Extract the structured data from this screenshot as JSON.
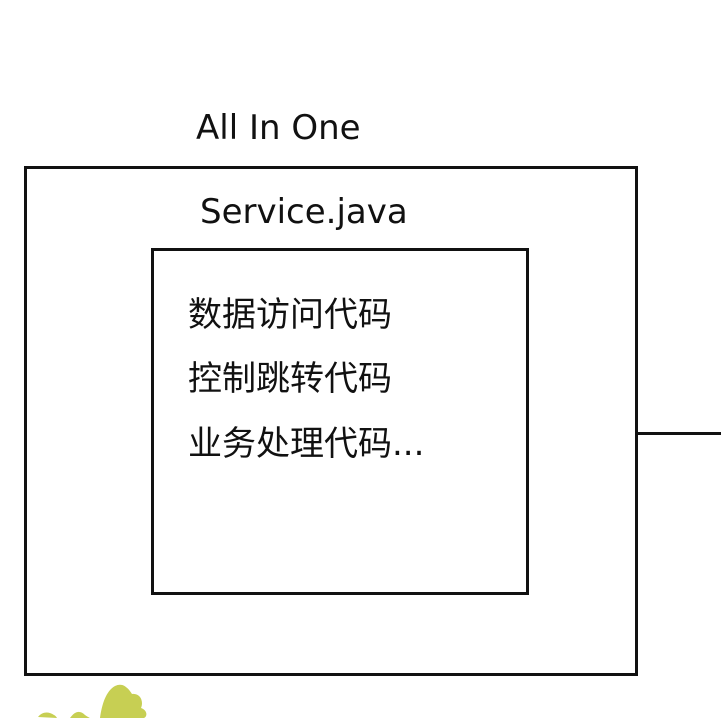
{
  "diagram": {
    "title": "All In One",
    "container_label": "Service.java",
    "code_lines": [
      "数据访问代码",
      "控制跳转代码",
      "业务处理代码..."
    ],
    "colors": {
      "stroke": "#111111",
      "background": "#ffffff",
      "decoration": "#c7cf53"
    }
  }
}
